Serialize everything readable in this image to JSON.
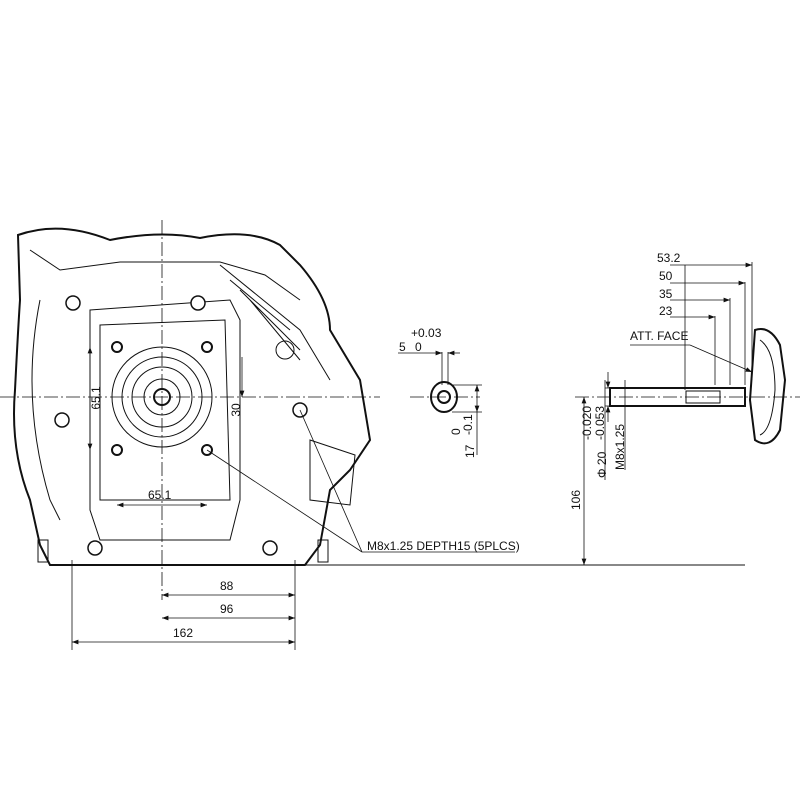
{
  "front_view": {
    "dim_bolt_vertical": "65.1",
    "dim_bolt_horizontal": "65.1",
    "dim_shaft_height": "30",
    "callout_thread": "M8x1.25 DEPTH15 (5PLCS)",
    "dim_88": "88",
    "dim_96": "96",
    "dim_162": "162"
  },
  "keyway_detail": {
    "key_width": "5",
    "key_width_tol_upper": "+0.03",
    "key_width_tol_lower": "0",
    "key_height": "17",
    "key_height_tol_upper": "0",
    "key_height_tol_lower": "-0.1"
  },
  "side_view": {
    "dim_53_2": "53.2",
    "dim_50": "50",
    "dim_35": "35",
    "dim_23": "23",
    "att_face": "ATT. FACE",
    "shaft_dia_symbol": "Φ 20",
    "shaft_dia_tol_upper": "-0.020",
    "shaft_dia_tol_lower": "-0.053",
    "shaft_thread": "M8x1.25",
    "dim_106": "106"
  }
}
